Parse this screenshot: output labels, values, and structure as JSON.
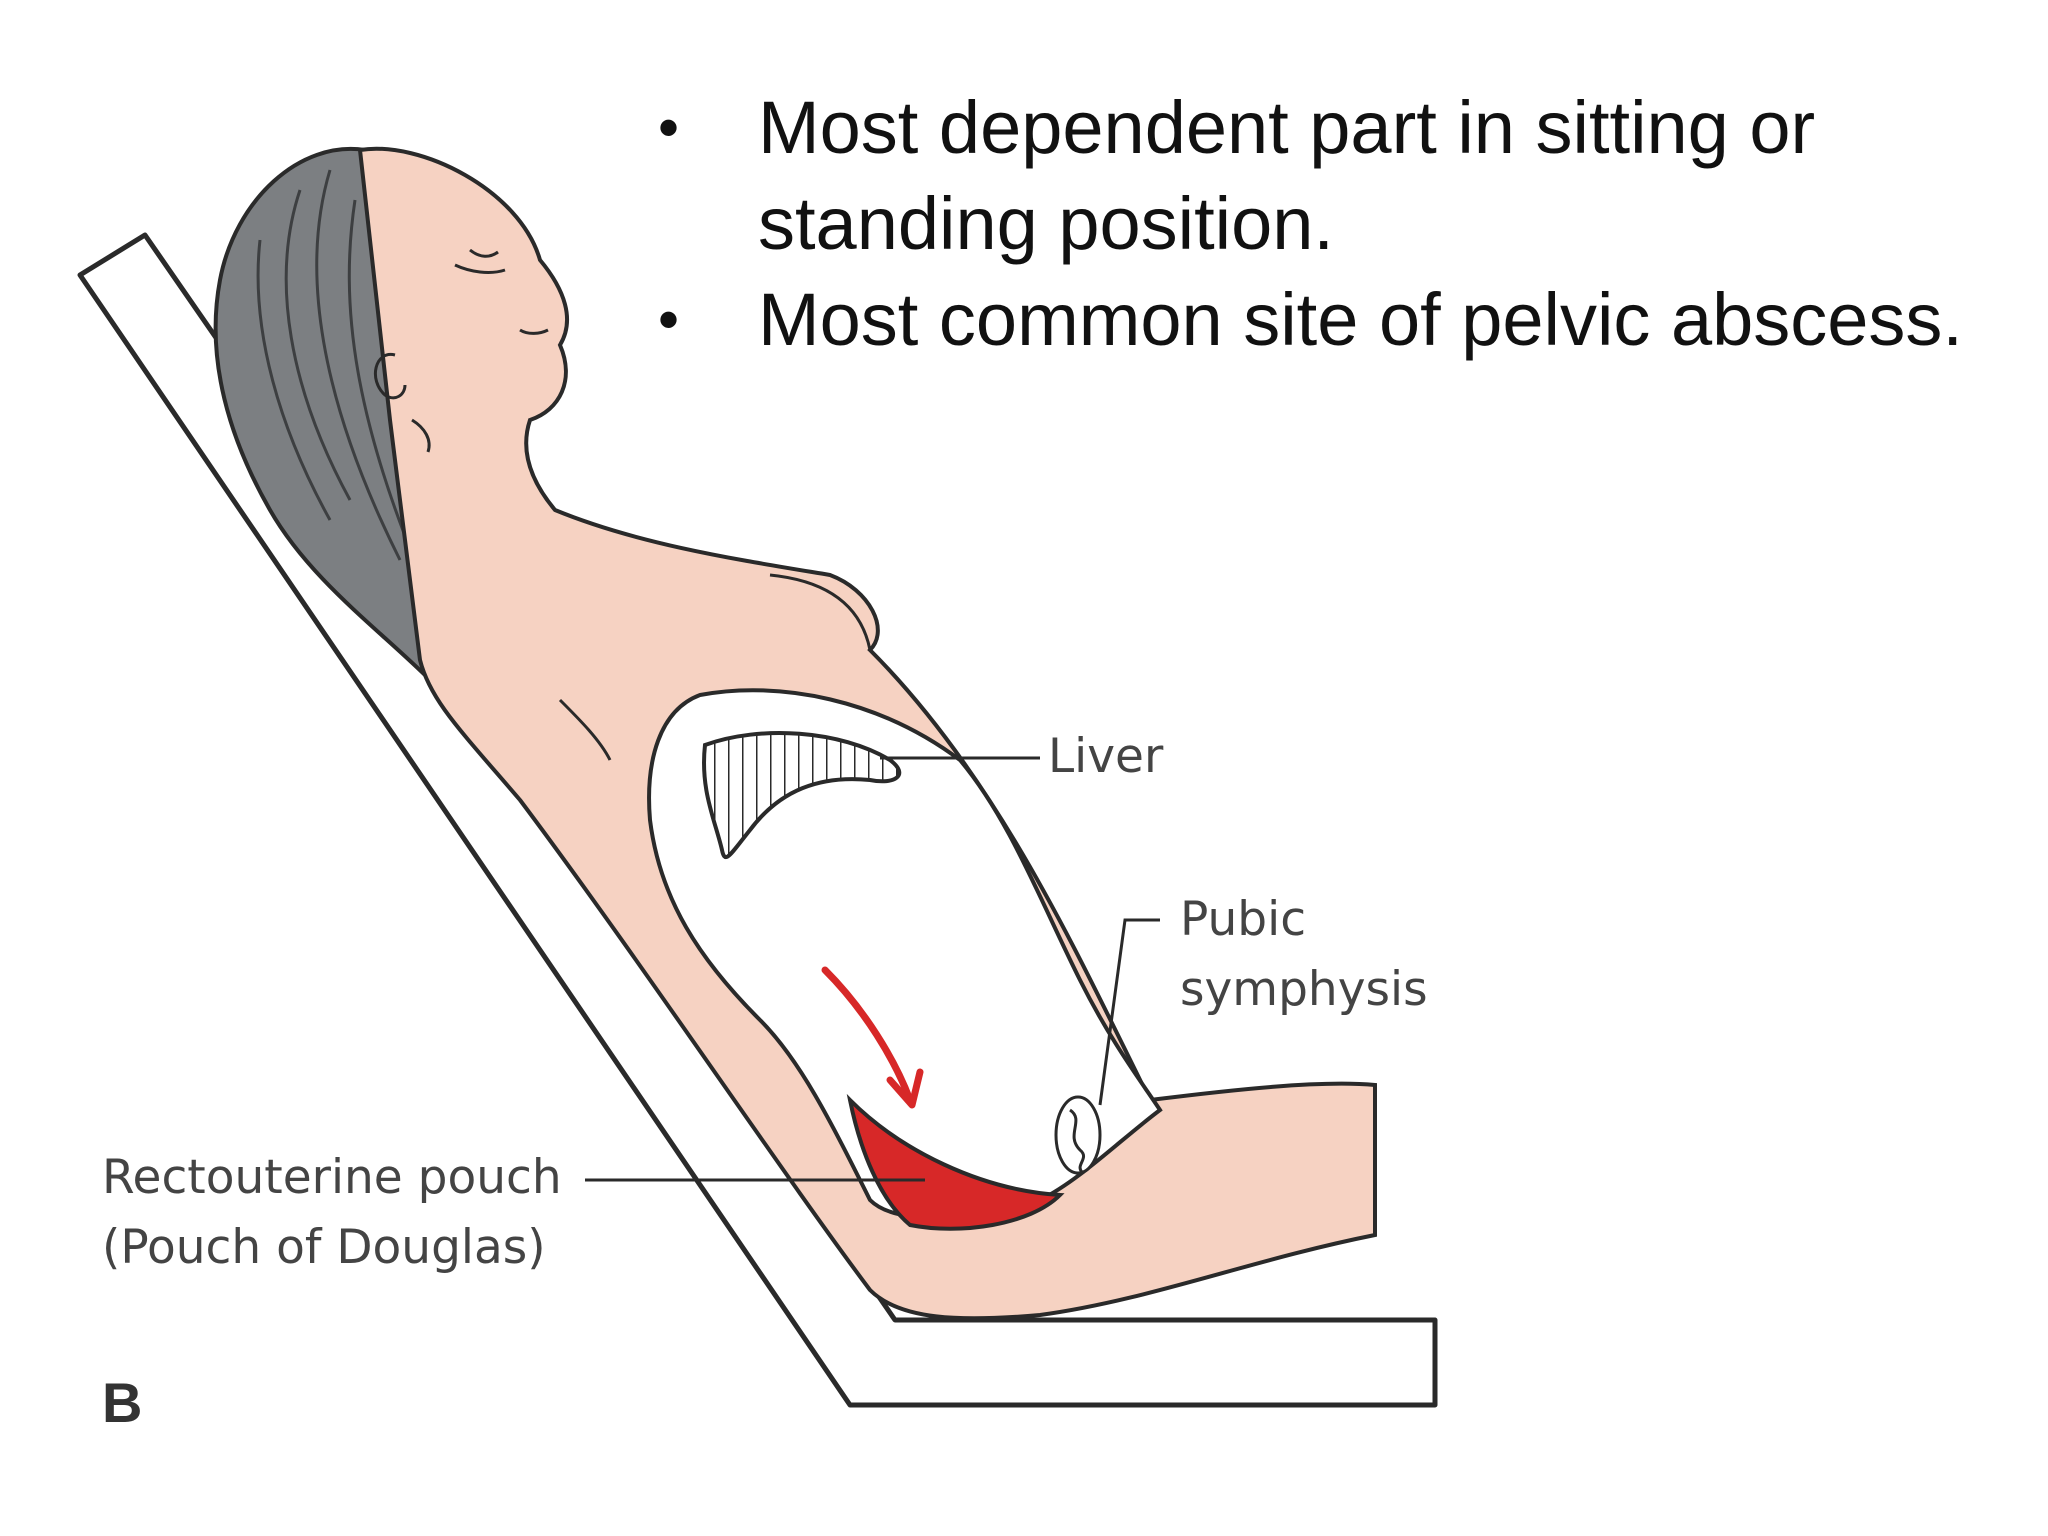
{
  "bullets": [
    "Most dependent part in sitting or standing position.",
    "Most common site of pelvic abscess."
  ],
  "labels": {
    "liver": "Liver",
    "pubic_1": "Pubic",
    "pubic_2": "symphysis",
    "pouch_1": "Rectouterine pouch",
    "pouch_2": "(Pouch of Douglas)"
  },
  "panel_letter": "B",
  "colors": {
    "skin": "#f6d2c2",
    "hair": "#777a7c",
    "pouch": "#d72828",
    "outline": "#2a2a2a",
    "text": "#111111",
    "label_text": "#444444"
  }
}
